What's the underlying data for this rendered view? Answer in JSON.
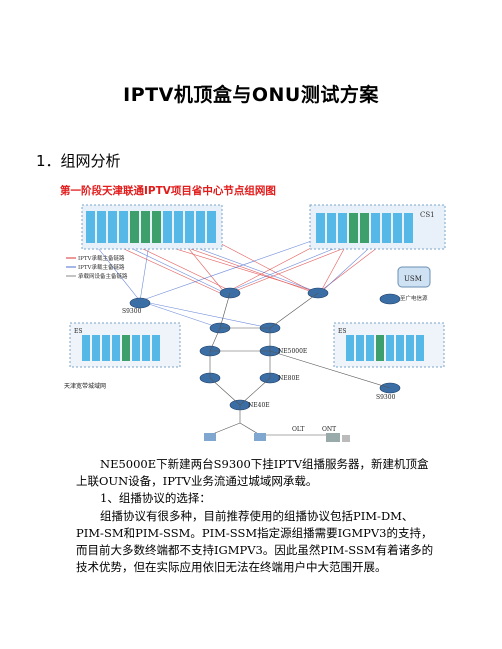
{
  "document": {
    "title": "IPTV机顶盒与ONU测试方案",
    "section_heading": "1．组网分析",
    "figure": {
      "title": "第一阶段天津联通IPTV项目省中心节点组网图",
      "labels": {
        "cs1": "CS1",
        "es_left": "ES",
        "es_right": "ES",
        "s9300_left": "S9300",
        "s9300_right": "S9300",
        "usm": "USM",
        "ne5000e": "NE5000E",
        "ne80e": "NE80E",
        "ne40e": "NE40E",
        "olt": "OLT",
        "ont": "ONT",
        "legend_1": "IPTV承载主备链路",
        "legend_2": "IPTV承载主备链路",
        "legend_3": "承载网设备主备链路",
        "bottom_left": "天津宽带城域网",
        "right_note": "至广电信源"
      }
    },
    "paragraphs": [
      "NE5000E下新建两台S9300下挂IPTV组播服务器，新建机顶盒上联OUN设备，IPTV业务流通过城域网承载。",
      "1、组播协议的选择：",
      "组播协议有很多种，目前推荐使用的组播协议包括PIM-DM、PIM-SM和PIM-SSM。PIM-SSM指定源组播需要IGMPV3的支持，而目前大多数终端都不支持IGMPV3。因此虽然PIM-SSM有着诸多的技术优势，但在实际应用依旧无法在终端用户中大范围开展。"
    ]
  }
}
